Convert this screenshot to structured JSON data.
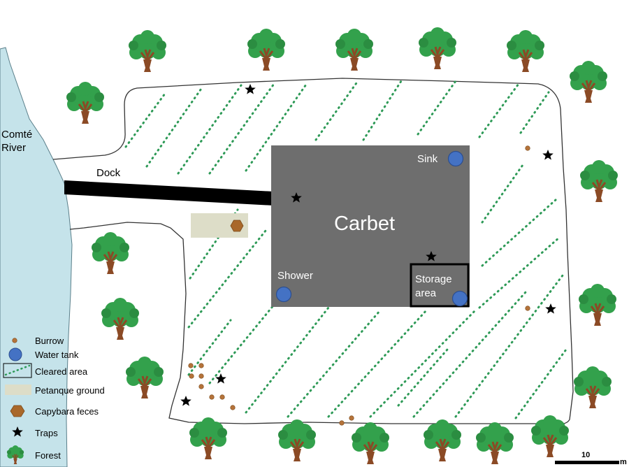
{
  "map": {
    "river_label_line1": "Comté",
    "river_label_line2": "River",
    "dock_label": "Dock",
    "carbet_label": "Carbet",
    "sink_label": "Sink",
    "shower_label": "Shower",
    "storage_label_line1": "Storage",
    "storage_label_line2": "area",
    "colors": {
      "river": "#c5e3ea",
      "building": "#6e6e6e",
      "water_tank": "#4472c4",
      "burrow": "#b5733a",
      "capybara_feces": "#a9682a",
      "petanque": "#ddddc8",
      "cleared_dots": "#2e9a57",
      "tree_canopy": "#33a14c",
      "tree_trunk": "#8b4a25",
      "dock": "#000000"
    }
  },
  "legend": {
    "items": [
      {
        "label": "Burrow",
        "icon": "burrow-dot-icon"
      },
      {
        "label": "Water tank",
        "icon": "water-tank-circle-icon"
      },
      {
        "label": "Cleared area",
        "icon": "cleared-area-icon"
      },
      {
        "label": "Petanque ground",
        "icon": "petanque-rect-icon"
      },
      {
        "label": "Capybara feces",
        "icon": "hexagon-icon"
      },
      {
        "label": "Traps",
        "icon": "star-icon"
      },
      {
        "label": "Forest",
        "icon": "tree-icon"
      }
    ]
  },
  "scale_bar": {
    "value": "10",
    "unit": "m"
  }
}
